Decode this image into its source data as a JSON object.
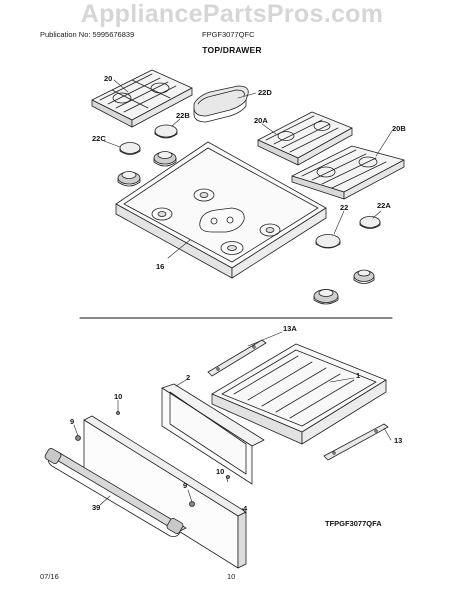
{
  "watermark": "AppliancePartsPros.com",
  "header": {
    "publication": "Publication No: 5995676839",
    "model": "FPGF3077QFC"
  },
  "section_title": "TOP/DRAWER",
  "callouts": {
    "c20": "20",
    "c22D": "22D",
    "c22B": "22B",
    "c20A": "20A",
    "c20B": "20B",
    "c22C": "22C",
    "c22": "22",
    "c22A": "22A",
    "c16": "16",
    "c13A": "13A",
    "c1": "1",
    "c2": "2",
    "c10a": "10",
    "c9a": "9",
    "c13": "13",
    "c10b": "10",
    "c9b": "9",
    "c4": "4",
    "c39": "39"
  },
  "diagram_code": "TFPGF3077QFA",
  "footer": {
    "date": "07/16",
    "page": "10"
  }
}
